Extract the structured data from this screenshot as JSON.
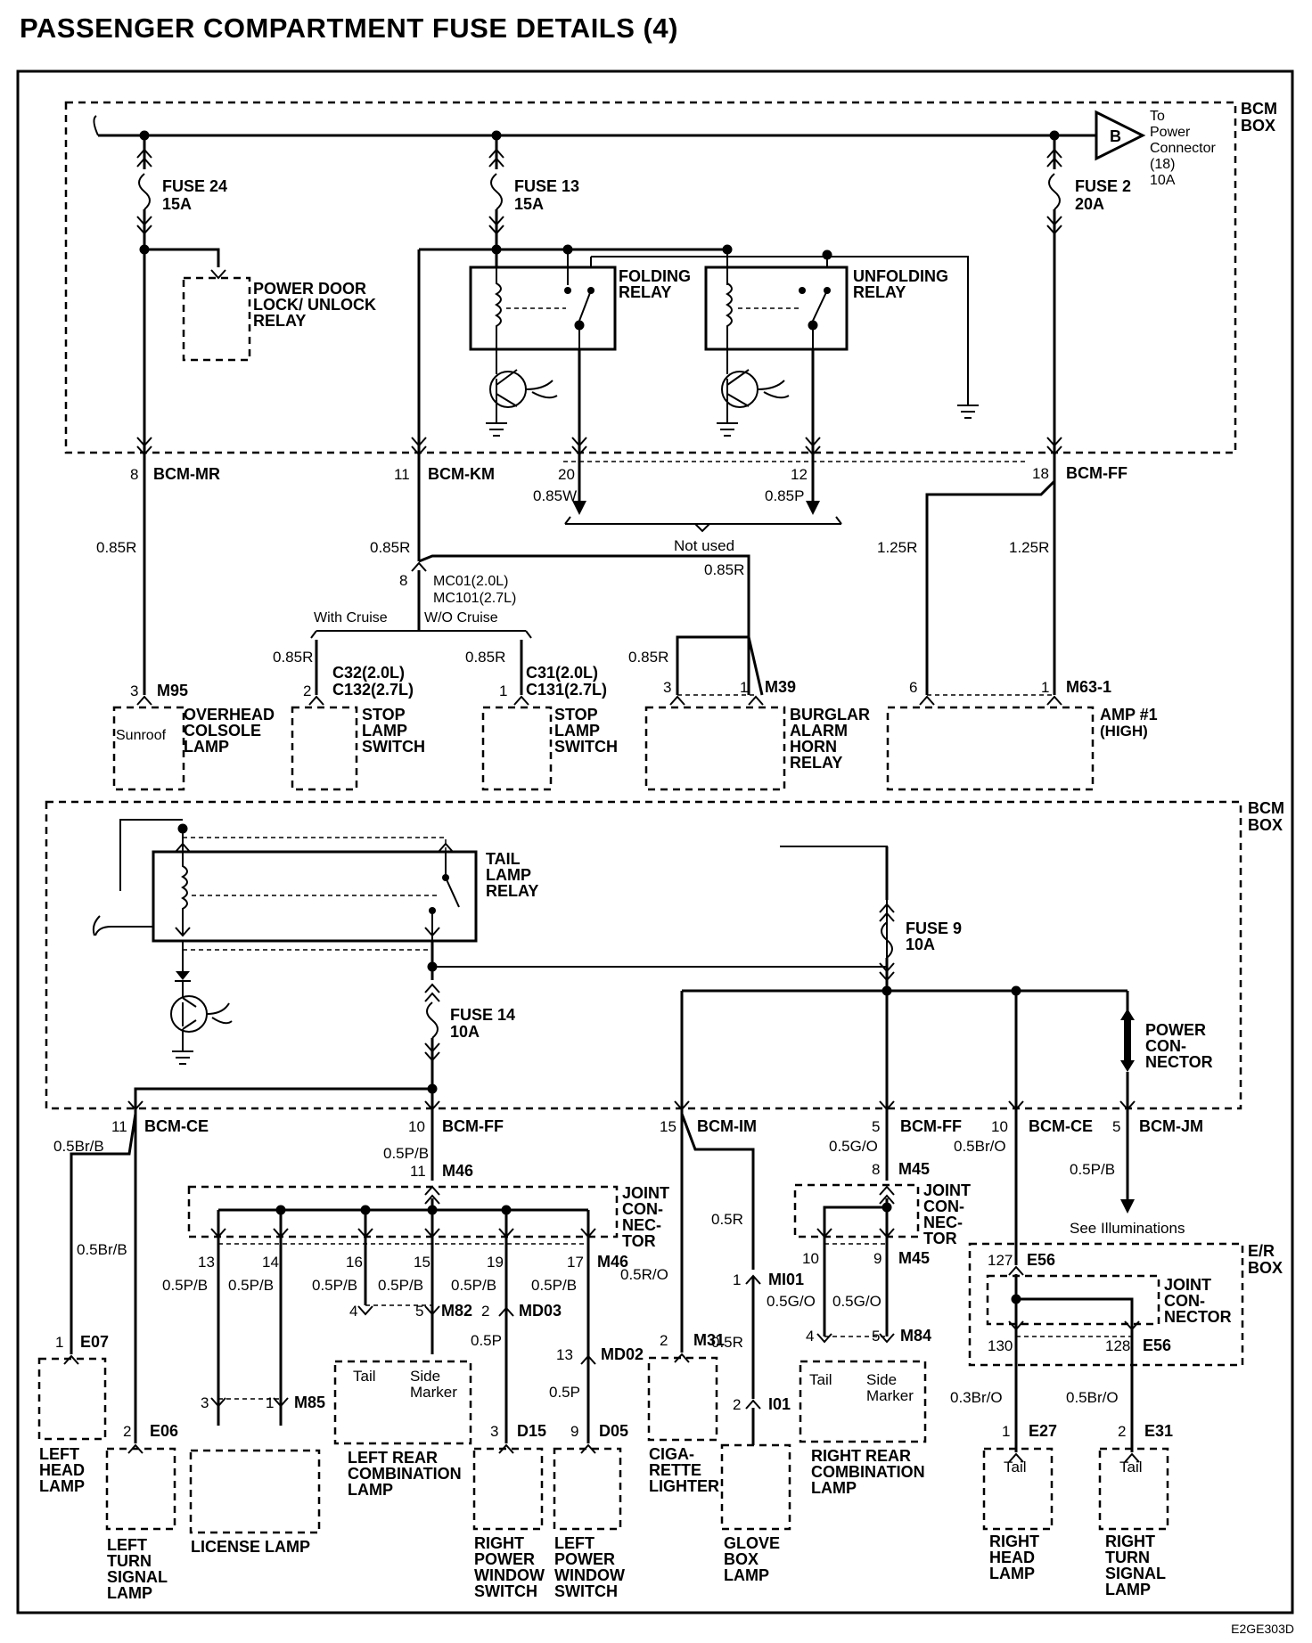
{
  "title": "PASSENGER COMPARTMENT FUSE DETAILS (4)",
  "code": "E2GE303D",
  "upper": {
    "bcm_box": [
      "BCM",
      "BOX"
    ],
    "fuse24": [
      "FUSE 24",
      "15A"
    ],
    "fuse13": [
      "FUSE 13",
      "15A"
    ],
    "fuse2": [
      "FUSE 2",
      "20A"
    ],
    "to_power": [
      "To",
      "Power",
      "Connector",
      "(18)",
      "10A"
    ],
    "connector_b": "B",
    "pdl_relay": [
      "POWER DOOR",
      "LOCK/ UNLOCK",
      "RELAY"
    ],
    "folding_relay": [
      "FOLDING",
      "RELAY"
    ],
    "unfolding_relay": [
      "UNFOLDING",
      "RELAY"
    ],
    "pin8": "8",
    "bcm_mr": "BCM-MR",
    "pin11": "11",
    "bcm_km": "BCM-KM",
    "pin20": "20",
    "pin12": "12",
    "pin18": "18",
    "bcm_ff": "BCM-FF",
    "w_085w": "0.85W",
    "w_085p": "0.85P",
    "not_used": "Not used",
    "w_085r_a": "0.85R",
    "w_085r_b": "0.85R",
    "w_085r_c": "0.85R",
    "w_125r_a": "1.25R",
    "w_125r_b": "1.25R",
    "mc_pin": "8",
    "mc01": "MC01(2.0L)",
    "mc101": "MC101(2.7L)",
    "with_cruise": "With Cruise",
    "wo_cruise": "W/O Cruise",
    "w_085r_d": "0.85R",
    "w_085r_e": "0.85R",
    "w_085r_f": "0.85R",
    "c32_pin": "2",
    "c32": "C32(2.0L)",
    "c132": "C132(2.7L)",
    "c31_pin": "1",
    "c31": "C31(2.0L)",
    "c131": "C131(2.7L)",
    "m39_p3": "3",
    "m39_p1": "1",
    "m39": "M39",
    "m95_pin": "3",
    "m95": "M95",
    "m63_p6": "6",
    "m63_p1": "1",
    "m63": "M63-1",
    "sunroof": "Sunroof",
    "overhead": [
      "OVERHEAD",
      "COLSOLE",
      "LAMP"
    ],
    "stop1": [
      "STOP",
      "LAMP",
      "SWITCH"
    ],
    "stop2": [
      "STOP",
      "LAMP",
      "SWITCH"
    ],
    "burglar": [
      "BURGLAR",
      "ALARM",
      "HORN",
      "RELAY"
    ],
    "amp": [
      "AMP #1",
      "(HIGH)"
    ]
  },
  "lower": {
    "bcm_box": [
      "BCM",
      "BOX"
    ],
    "tail_relay": [
      "TAIL",
      "LAMP",
      "RELAY"
    ],
    "fuse9": [
      "FUSE 9",
      "10A"
    ],
    "fuse14": [
      "FUSE 14",
      "10A"
    ],
    "power_con": [
      "POWER",
      "CON-",
      "NECTOR"
    ],
    "p11": "11",
    "bcm_ce": "BCM-CE",
    "p10": "10",
    "bcm_ff": "BCM-FF",
    "p15": "15",
    "bcm_im": "BCM-IM",
    "p5": "5",
    "bcm_ff2": "BCM-FF",
    "p10b": "10",
    "bcm_ce2": "BCM-CE",
    "p5b": "5",
    "bcm_jm": "BCM-JM",
    "w05brb_a": "0.5Br/B",
    "w05brb_b": "0.5Br/B",
    "w05pb_a": "0.5P/B",
    "m46_p11": "11",
    "m46_a": "M46",
    "w05go": "0.5G/O",
    "m45_p8": "8",
    "m45_a": "M45",
    "w05bro": "0.5Br/O",
    "w05pb_jm": "0.5P/B",
    "see_illum": "See Illuminations",
    "joint1": [
      "JOINT",
      "CON-",
      "NEC-",
      "TOR"
    ],
    "joint2": [
      "JOINT",
      "CON-",
      "NEC-",
      "TOR"
    ],
    "joint3": [
      "JOINT",
      "CON-",
      "NECTOR"
    ],
    "er_box": [
      "E/R",
      "BOX"
    ],
    "m46_p13": "13",
    "m46_p14": "14",
    "m46_p16": "16",
    "m46_p15": "15",
    "m46_p19": "19",
    "m46_p17": "17",
    "m46_b": "M46",
    "w_p13": "0.5P/B",
    "w_p14": "0.5P/B",
    "w_p16": "0.5P/B",
    "w_p15": "0.5P/B",
    "w_p19": "0.5P/B",
    "w_p17": "0.5P/B",
    "w05r": "0.5R",
    "mi01_p": "1",
    "mi01": "MI01",
    "w05ro": "0.5R/O",
    "m31_p": "2",
    "m31": "M31",
    "m45_p10": "10",
    "m45_p9": "9",
    "m45_b": "M45",
    "w05go_a": "0.5G/O",
    "w05go_b": "0.5G/O",
    "e56_p127": "127",
    "e56_a": "E56",
    "e56_p130": "130",
    "e56_p128": "128",
    "e56_b": "E56",
    "e07_p": "1",
    "e07": "E07",
    "m82_p4": "4",
    "m82_p5": "5",
    "m82": "M82",
    "md03_p": "2",
    "md03": "MD03",
    "md02_p": "13",
    "md02": "MD02",
    "w05p_a": "0.5P",
    "w05p_b": "0.5P",
    "w05r_b": "0.5R",
    "i01_p": "2",
    "i01": "I01",
    "m84_p4": "4",
    "m84_p5": "5",
    "m84": "M84",
    "w03bro": "0.3Br/O",
    "w05bro_b": "0.5Br/O",
    "e06_p": "2",
    "e06": "E06",
    "m85_p3": "3",
    "m85_p1": "1",
    "m85": "M85",
    "d15_p": "3",
    "d15": "D15",
    "d05_p": "9",
    "d05": "D05",
    "e27_p": "1",
    "e27": "E27",
    "e31_p": "2",
    "e31": "E31",
    "tail_a": "Tail",
    "side_a": [
      "Side",
      "Marker"
    ],
    "tail_b": "Tail",
    "side_b": [
      "Side",
      "Marker"
    ],
    "tail_c": "Tail",
    "tail_d": "Tail",
    "left_head": [
      "LEFT",
      "HEAD",
      "LAMP"
    ],
    "left_turn": [
      "LEFT",
      "TURN",
      "SIGNAL",
      "LAMP"
    ],
    "license": "LICENSE LAMP",
    "lrc": [
      "LEFT REAR",
      "COMBINATION",
      "LAMP"
    ],
    "rpw": [
      "RIGHT",
      "POWER",
      "WINDOW",
      "SWITCH"
    ],
    "lpw": [
      "LEFT",
      "POWER",
      "WINDOW",
      "SWITCH"
    ],
    "ciga": [
      "CIGA-",
      "RETTE",
      "LIGHTER"
    ],
    "glove": [
      "GLOVE",
      "BOX",
      "LAMP"
    ],
    "rrc": [
      "RIGHT REAR",
      "COMBINATION",
      "LAMP"
    ],
    "right_head": [
      "RIGHT",
      "HEAD",
      "LAMP"
    ],
    "right_turn": [
      "RIGHT",
      "TURN",
      "SIGNAL",
      "LAMP"
    ]
  }
}
